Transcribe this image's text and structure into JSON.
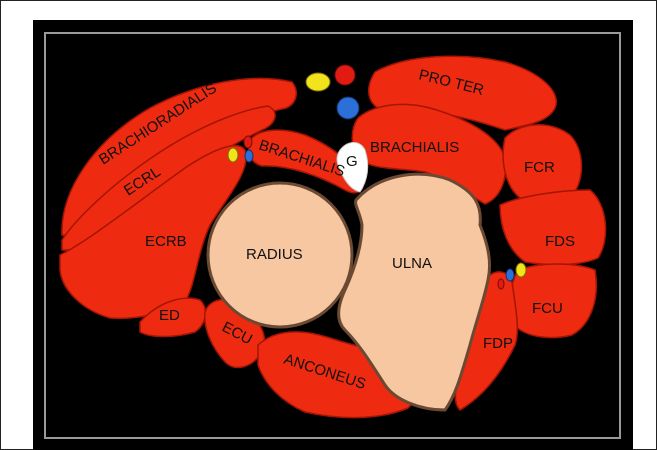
{
  "colors": {
    "muscle": "#ee2a10",
    "muscle_edge": "#a41505",
    "bone": "#f7c7a1",
    "bone_edge": "#6b4a33",
    "background": "#000000",
    "vessel_yellow": "#f1e31c",
    "vessel_blue": "#2c6fd8",
    "vessel_red": "#e21b12",
    "nerve_white": "#ffffff"
  },
  "labels": {
    "brachioradialis": "BRACHIORADIALIS",
    "ecrl": "ECRL",
    "ecrb": "ECRB",
    "ed": "ED",
    "ecu": "ECU",
    "anconeus": "ANCONEUS",
    "brachialis_left": "BRACHIALIS",
    "brachialis_right": "BRACHIALIS",
    "g": "G",
    "pro_ter": "PRO TER",
    "fcr": "FCR",
    "fds": "FDS",
    "fcu": "FCU",
    "fdp": "FDP",
    "radius": "RADIUS",
    "ulna": "ULNA"
  }
}
